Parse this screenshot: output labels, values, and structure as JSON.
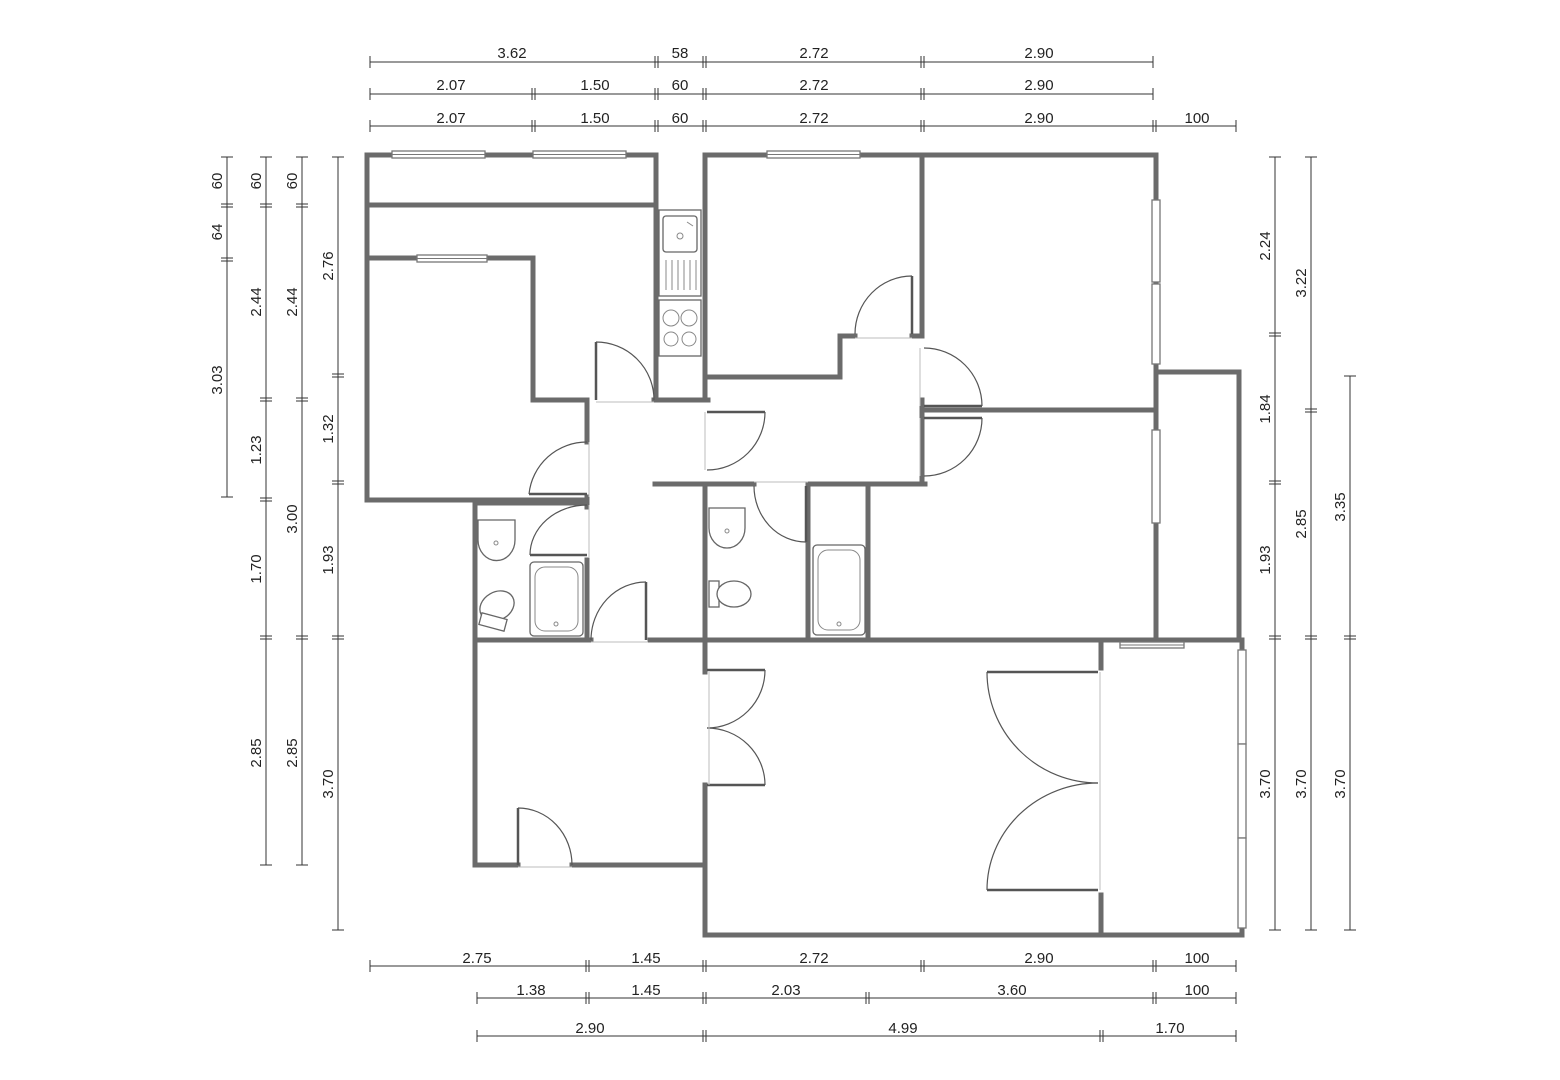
{
  "dimensions": {
    "top_row_1": [
      "3.62",
      "58",
      "2.72",
      "2.90"
    ],
    "top_row_2": [
      "2.07",
      "1.50",
      "60",
      "2.72",
      "2.90"
    ],
    "top_row_3": [
      "2.07",
      "1.50",
      "60",
      "2.72",
      "2.90",
      "100"
    ],
    "bottom_row_1": [
      "2.75",
      "1.45",
      "2.72",
      "2.90",
      "100"
    ],
    "bottom_row_2": [
      "1.38",
      "1.45",
      "2.03",
      "3.60",
      "100"
    ],
    "bottom_row_3": [
      "2.90",
      "4.99",
      "1.70"
    ],
    "left_col_1": [
      "60",
      "64",
      "3.03"
    ],
    "left_col_2": [
      "60",
      "2.44",
      "1.23",
      "1.70",
      "2.85"
    ],
    "left_col_3": [
      "60",
      "2.44",
      "3.00",
      "2.85"
    ],
    "left_col_4": [
      "2.76",
      "1.32",
      "1.93",
      "3.70"
    ],
    "right_col_1": [
      "2.24",
      "1.84",
      "1.93",
      "3.70"
    ],
    "right_col_2": [
      "3.22",
      "2.85",
      "3.70"
    ],
    "right_col_3": [
      "3.35",
      "3.70"
    ]
  },
  "icons": [
    "kitchen-sink-icon",
    "cooktop-icon",
    "washbasin-icon",
    "toilet-icon",
    "bathtub-icon",
    "window-icon",
    "door-swing-icon",
    "sliding-door-icon"
  ]
}
